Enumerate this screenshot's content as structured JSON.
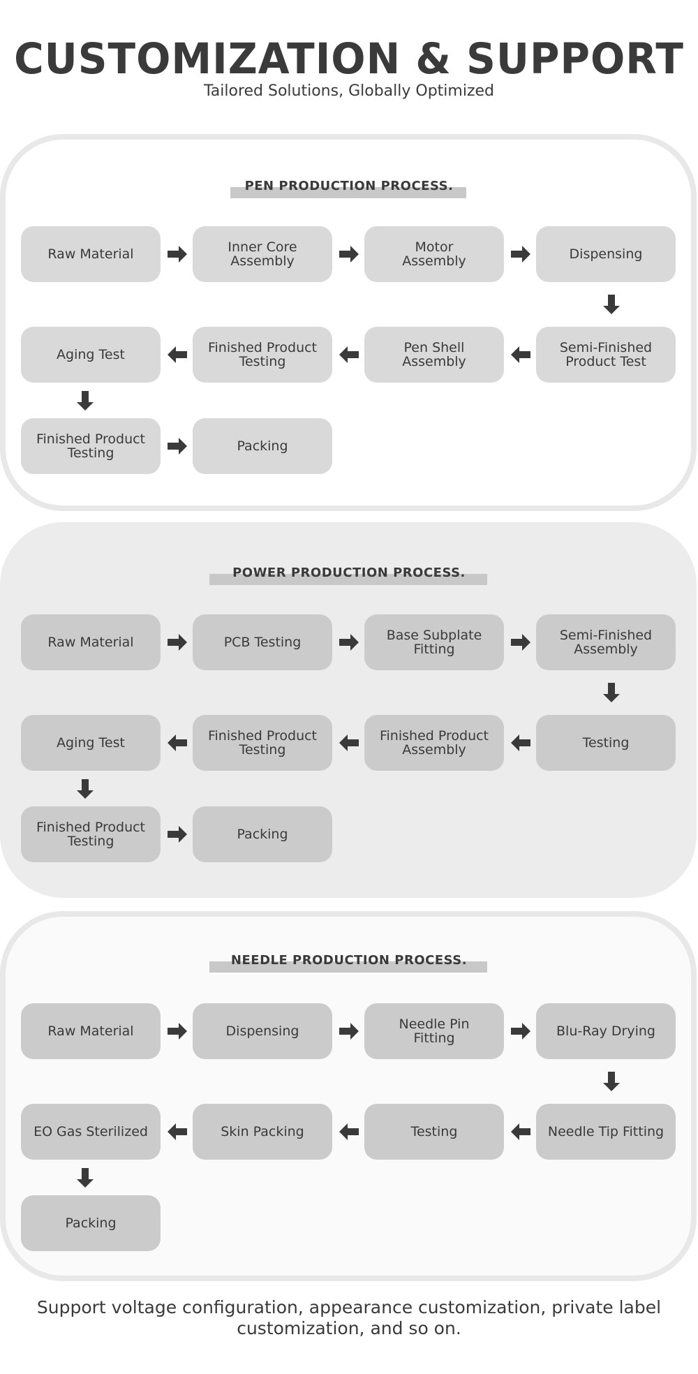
{
  "header": {
    "title": "CUSTOMIZATION & SUPPORT",
    "subtitle": "Tailored Solutions, Globally Optimized"
  },
  "sections": [
    {
      "title": "PEN PRODUCTION PROCESS.",
      "steps": [
        "Raw Material",
        "Inner Core\nAssembly",
        "Motor\nAssembly",
        "Dispensing",
        "Semi-Finished\nProduct Test",
        "Pen Shell\nAssembly",
        "Finished Product\nTesting",
        "Aging Test",
        "Finished Product\nTesting",
        "Packing"
      ]
    },
    {
      "title": "POWER PRODUCTION PROCESS.",
      "steps": [
        "Raw Material",
        "PCB Testing",
        "Base Subplate\nFitting",
        "Semi-Finished\nAssembly",
        "Testing",
        "Finished Product\nAssembly",
        "Finished Product\nTesting",
        "Aging Test",
        "Finished Product\nTesting",
        "Packing"
      ]
    },
    {
      "title": "NEEDLE PRODUCTION PROCESS.",
      "steps": [
        "Raw Material",
        "Dispensing",
        "Needle Pin\nFitting",
        "Blu-Ray Drying",
        "Needle Tip Fitting",
        "Testing",
        "Skin Packing",
        "EO Gas Sterilized",
        "Packing"
      ]
    }
  ],
  "footer": {
    "text": "Support voltage configuration, appearance customization, private label customization, and so on."
  },
  "colors": {
    "text": "#3a3a3a",
    "node_light": "#d9d9d9",
    "node_mid": "#cbcbcb",
    "panel_border": "#e8e8e8",
    "panel_filled": "#ececec"
  }
}
